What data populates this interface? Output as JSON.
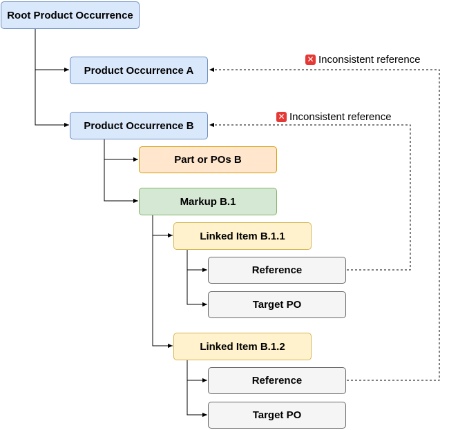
{
  "nodes": {
    "root": "Root Product Occurrence",
    "po_a": "Product Occurrence A",
    "po_b": "Product Occurrence B",
    "part_b": "Part or POs B",
    "markup": "Markup B.1",
    "linked_1": "Linked Item B.1.1",
    "ref_1": "Reference",
    "target_1": "Target PO",
    "linked_2": "Linked Item B.1.2",
    "ref_2": "Reference",
    "target_2": "Target PO"
  },
  "annotations": {
    "warning_a": "Inconsistent reference",
    "warning_b": "Inconsistent reference",
    "icon": "x-mark-icon"
  },
  "colors": {
    "blue_fill": "#dae8fc",
    "orange_fill": "#ffe6cc",
    "green_fill": "#d5e8d4",
    "yellow_fill": "#fff2cc",
    "gray_fill": "#f5f5f5",
    "error_red": "#e53935"
  }
}
